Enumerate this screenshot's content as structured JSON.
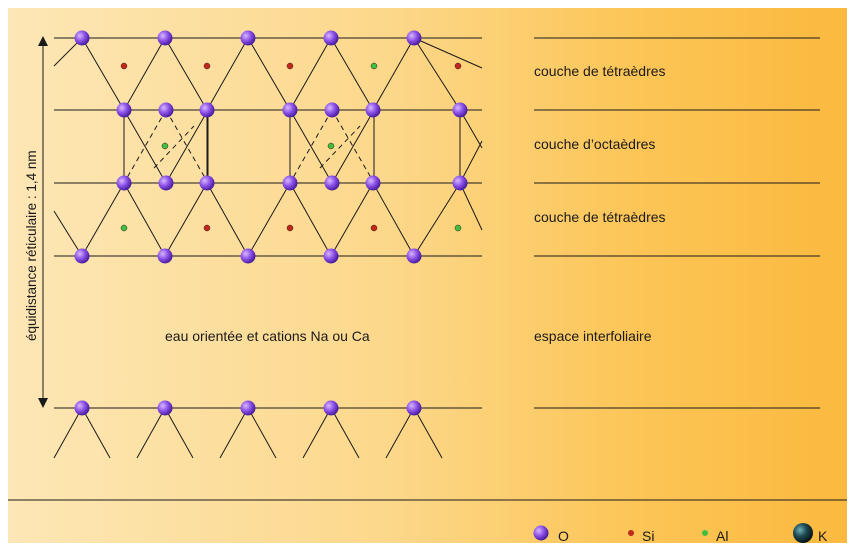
{
  "diagram": {
    "layer_labels": {
      "top_tetra": "couche de tétraèdres",
      "octa": "couche d’octaèdres",
      "bottom_tetra": "couche de tétraèdres",
      "interlayer": "espace interfoliaire"
    },
    "interlayer_content": "eau orientée et cations Na ou Ca",
    "spacing_label": "équidistance réticulaire : 1,4 nm"
  },
  "legend": {
    "items": [
      {
        "label": "O",
        "color": "#7a3fd9"
      },
      {
        "label": "Si",
        "color": "#c0281d"
      },
      {
        "label": "Al",
        "color": "#3fbf3f"
      },
      {
        "label": "K",
        "color": "#1d3c44"
      }
    ]
  }
}
